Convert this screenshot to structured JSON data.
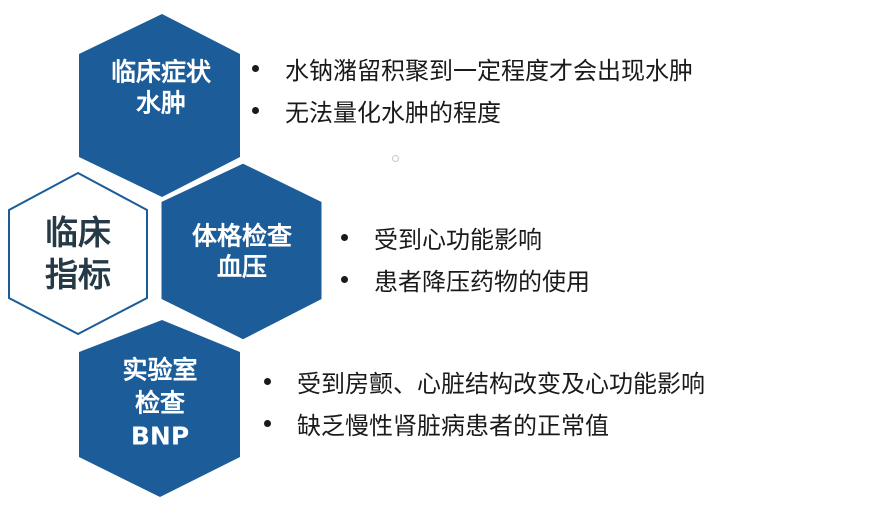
{
  "colors": {
    "hex_fill": "#1b5c99",
    "hex_outline": "#1b5c99",
    "filled_text": "#ffffff",
    "center_text": "#253a46",
    "bullet_text": "#1a1a1a",
    "background": "#ffffff"
  },
  "center_hex": {
    "lines": [
      "临床",
      "指标"
    ]
  },
  "categories": [
    {
      "id": "symptom",
      "lines": [
        "临床症状",
        "水肿"
      ],
      "bullets": [
        "水钠潴留积聚到一定程度才会出现水肿",
        "无法量化水肿的程度"
      ]
    },
    {
      "id": "physical-exam",
      "lines": [
        "体格检查",
        "血压"
      ],
      "bullets": [
        "受到心功能影响",
        "患者降压药物的使用"
      ]
    },
    {
      "id": "lab-test",
      "lines": [
        "实验室",
        "检查",
        "BNP"
      ],
      "bullets": [
        "受到房颤、心脏结构改变及心功能影响",
        "缺乏慢性肾脏病患者的正常值"
      ]
    }
  ]
}
